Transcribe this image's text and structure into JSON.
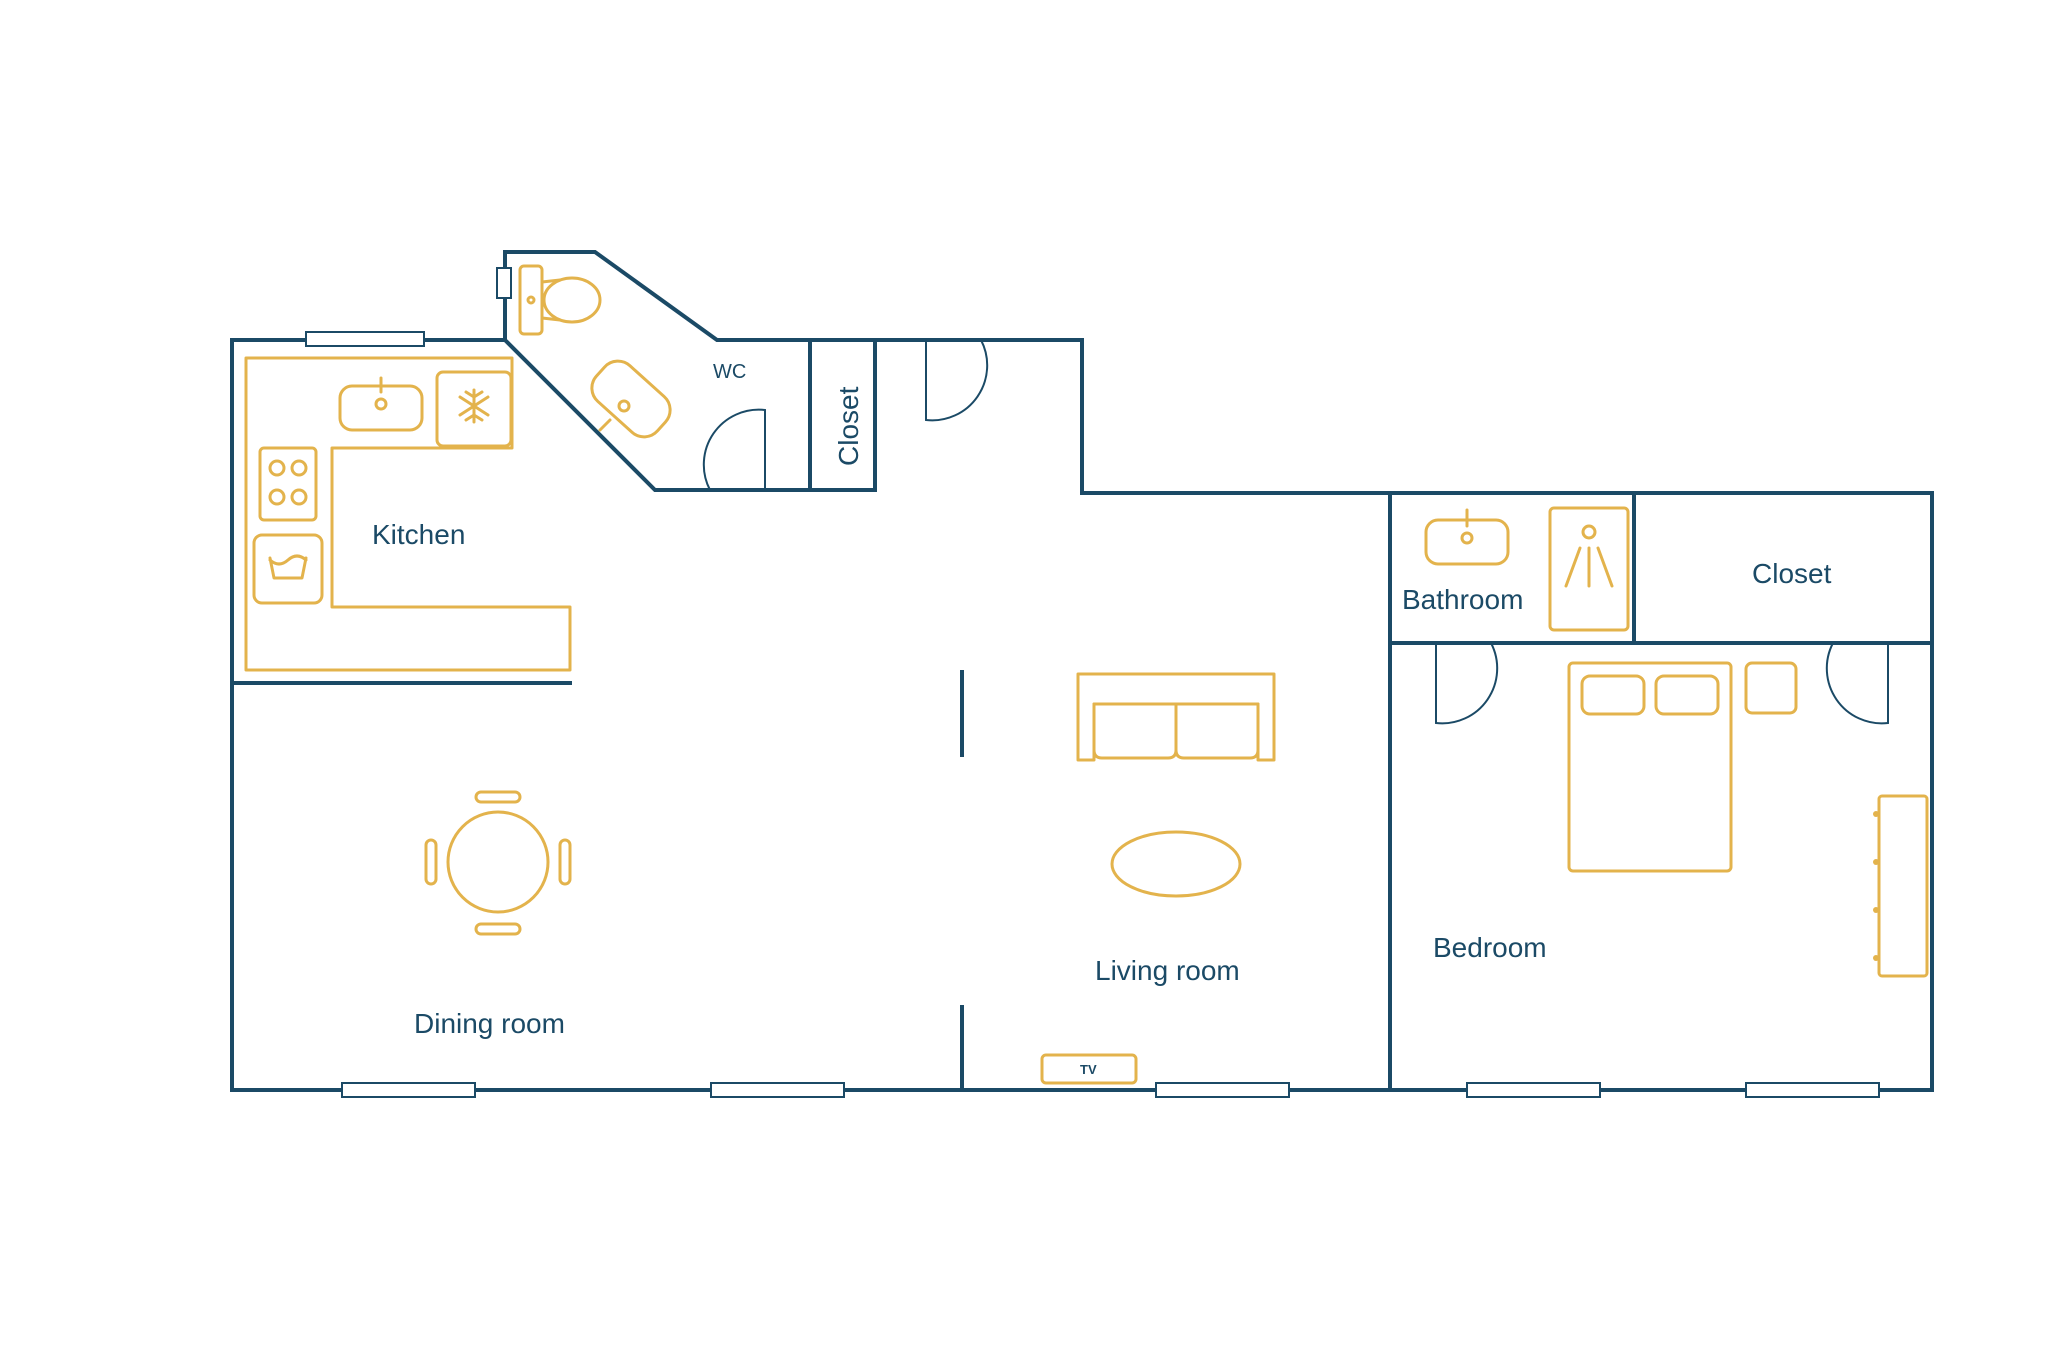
{
  "floorplan": {
    "rooms": {
      "kitchen": "Kitchen",
      "wc": "WC",
      "closet_hall": "Closet",
      "bathroom": "Bathroom",
      "closet_bedroom": "Closet",
      "living_room": "Living room",
      "dining_room": "Dining room",
      "bedroom": "Bedroom"
    },
    "fixtures": {
      "tv": "TV"
    },
    "colors": {
      "walls": "#1b4a66",
      "furniture": "#e3b34c",
      "background": "#ffffff"
    },
    "icons": [
      "toilet-icon",
      "sink-icon",
      "fridge-icon",
      "stove-icon",
      "washer-icon",
      "shower-icon",
      "sofa-icon",
      "coffee-table-icon",
      "dining-table-icon",
      "bed-icon",
      "nightstand-icon",
      "dresser-icon",
      "tv-icon"
    ]
  }
}
